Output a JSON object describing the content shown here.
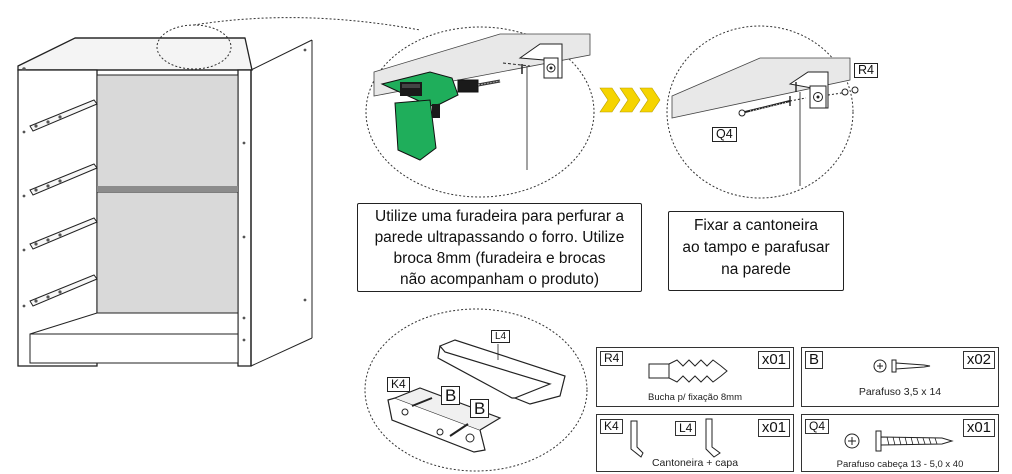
{
  "captions": {
    "step1": [
      "Utilize uma furadeira para perfurar a",
      "parede ultrapassando o forro. Utilize",
      "broca 8mm (furadeira e brocas",
      "não acompanham o produto)"
    ],
    "step2": [
      "Fixar a cantoneira",
      "ao tampo e parafusar",
      "na parede"
    ]
  },
  "callouts": {
    "R4": "R4",
    "Q4": "Q4",
    "L4": "L4",
    "K4": "K4",
    "B": "B"
  },
  "parts": {
    "r4": {
      "code": "R4",
      "qty": "x01",
      "name": "Bucha p/ fixação 8mm"
    },
    "b": {
      "code": "B",
      "qty": "x02",
      "name": "Parafuso 3,5 x 14"
    },
    "k4l4": {
      "code": "K4",
      "code2": "L4",
      "qty": "x01",
      "name": "Cantoneira + capa"
    },
    "q4": {
      "code": "Q4",
      "qty": "x01",
      "name": "Parafuso cabeça 13 - 5,0 x 40"
    }
  },
  "colors": {
    "drill_green": "#1fae5b",
    "drill_dark": "#1a1a1a",
    "arrow_yellow": "#f5d400",
    "panel_gray": "#d9d9d9",
    "line": "#222222"
  },
  "icons": [
    "drill-icon",
    "bracket-icon",
    "arrow-next-icon",
    "screw-icon",
    "wall-plug-icon",
    "cap-icon"
  ]
}
